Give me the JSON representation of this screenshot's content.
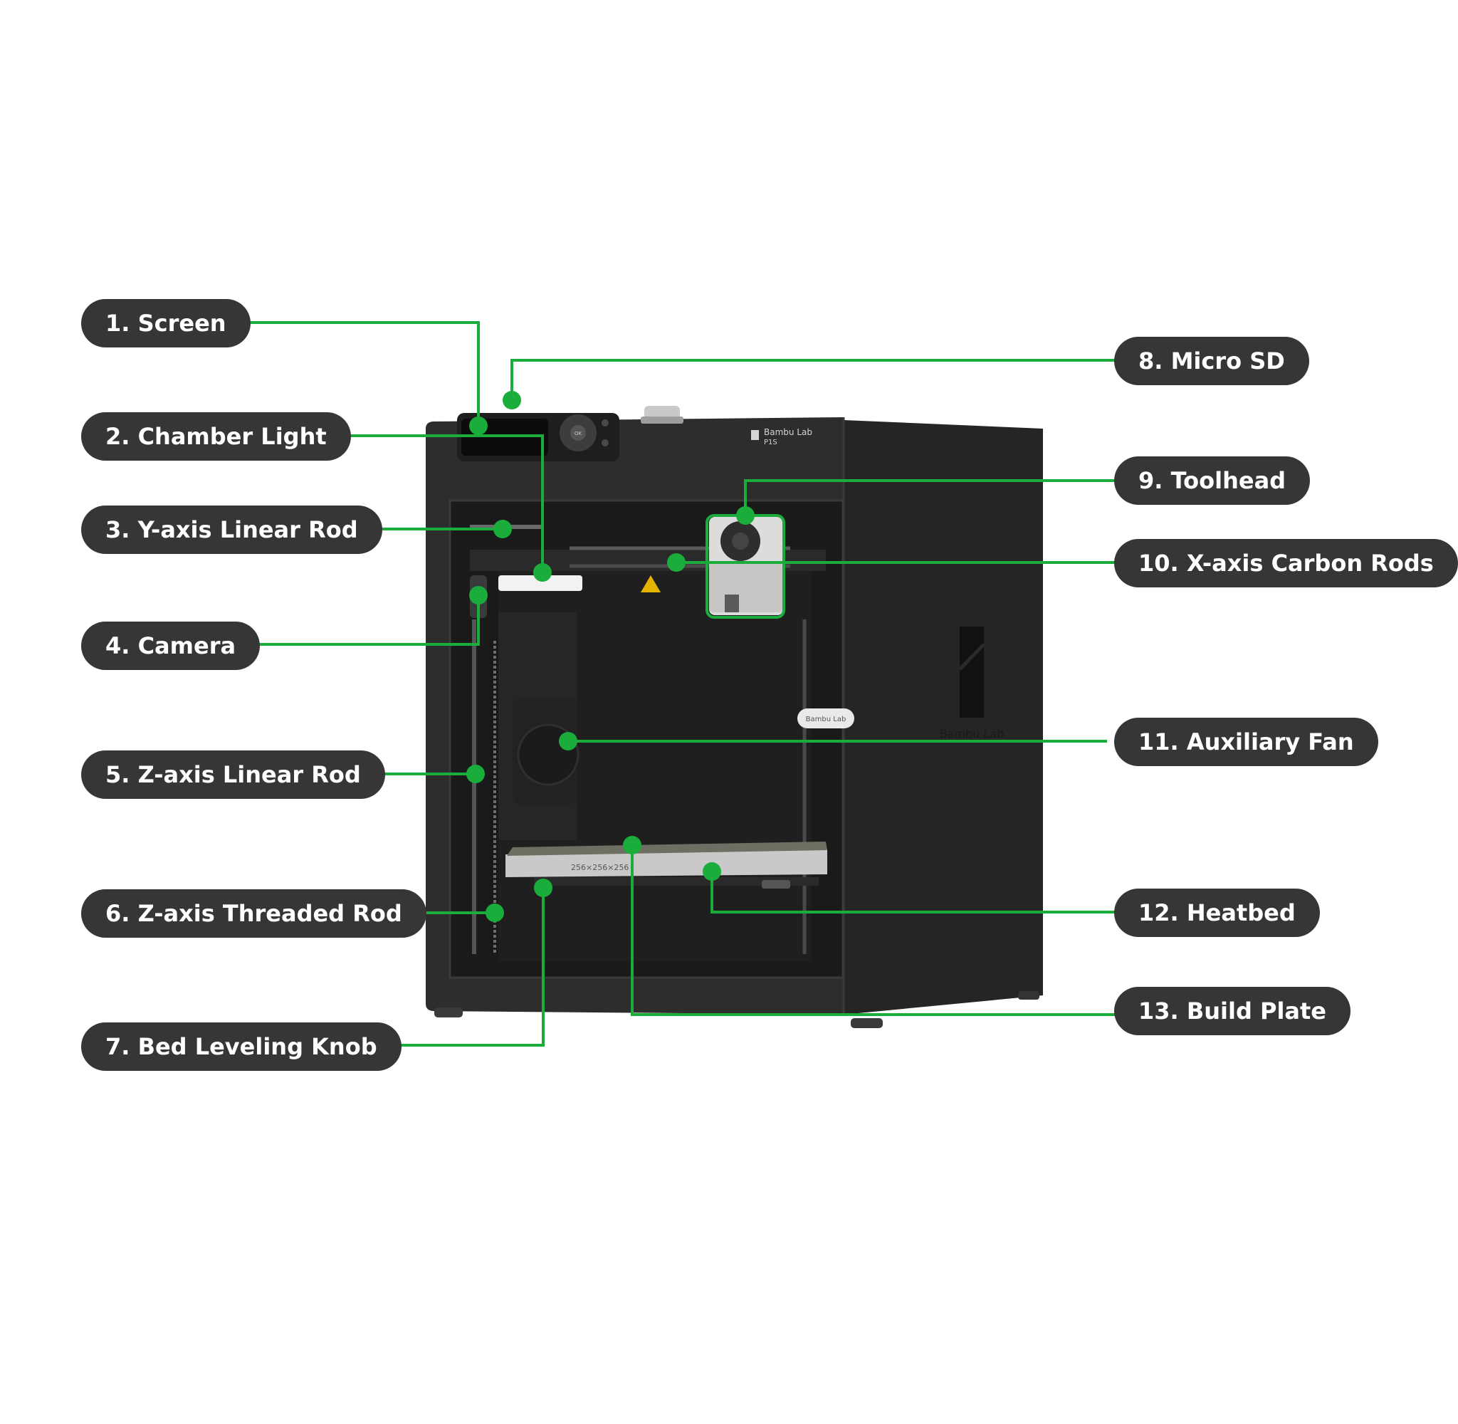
{
  "colors": {
    "accent": "#1aad3c",
    "label_bg": "#363636",
    "label_text": "#ffffff",
    "printer_body": "#2b2b2b",
    "printer_side": "#252525"
  },
  "printer": {
    "brand_line1": "Bambu Lab",
    "brand_line2": "P1S",
    "side_logo_text": "Bambu Lab",
    "door_handle_text": "Bambu Lab",
    "screen_button_text": "OK",
    "plate_text": "256×256×256"
  },
  "labels": [
    {
      "id": "screen",
      "text": "1. Screen"
    },
    {
      "id": "chamber-light",
      "text": "2. Chamber Light"
    },
    {
      "id": "y-axis-linear-rod",
      "text": "3. Y-axis Linear Rod"
    },
    {
      "id": "camera",
      "text": "4. Camera"
    },
    {
      "id": "z-axis-linear-rod",
      "text": "5. Z-axis Linear Rod"
    },
    {
      "id": "z-axis-threaded-rod",
      "text": "6. Z-axis Threaded Rod"
    },
    {
      "id": "bed-leveling-knob",
      "text": "7. Bed Leveling Knob"
    },
    {
      "id": "micro-sd",
      "text": "8. Micro SD"
    },
    {
      "id": "toolhead",
      "text": "9. Toolhead"
    },
    {
      "id": "x-axis-carbon-rods",
      "text": "10. X-axis Carbon Rods"
    },
    {
      "id": "auxiliary-fan",
      "text": "11. Auxiliary Fan"
    },
    {
      "id": "heatbed",
      "text": "12. Heatbed"
    },
    {
      "id": "build-plate",
      "text": "13. Build Plate"
    }
  ]
}
